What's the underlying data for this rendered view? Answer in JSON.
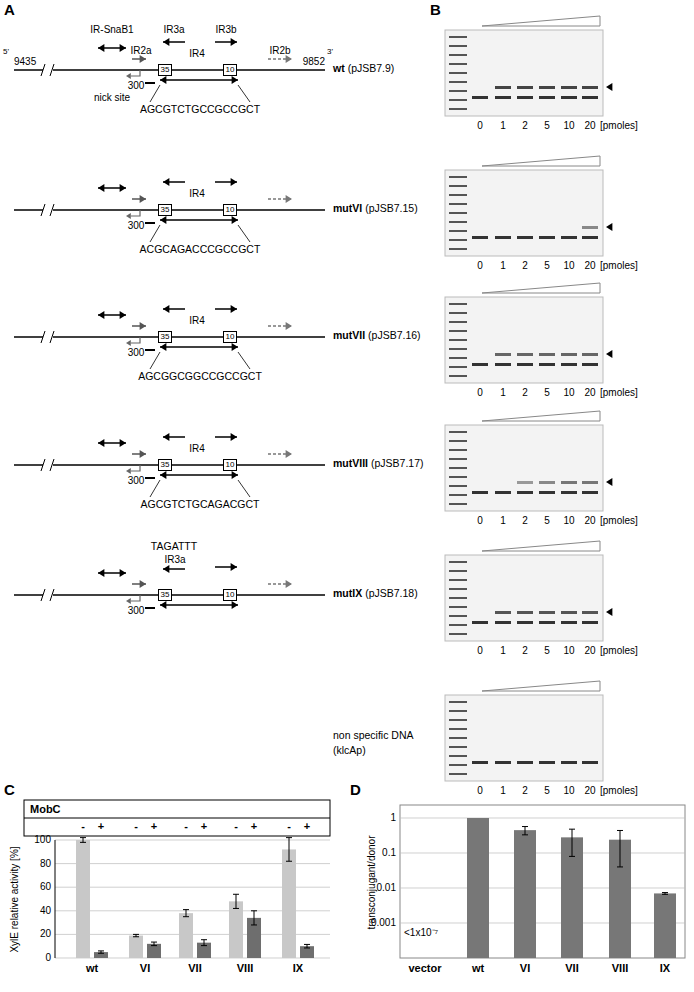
{
  "diagram": {
    "nodes": [
      {
        "text": [
          "35"
        ]
      },
      {
        "text": [
          "10"
        ]
      },
      {
        "text": [
          "35"
        ]
      },
      {
        "text": [
          "10"
        ]
      },
      {
        "text": [
          "35"
        ]
      },
      {
        "text": [
          "10"
        ]
      },
      {
        "text": [
          "35"
        ]
      },
      {
        "text": [
          "10"
        ]
      },
      {
        "text": [
          "35"
        ]
      },
      {
        "text": [
          "10"
        ]
      }
    ],
    "labels": [
      "A",
      "5'",
      "9435",
      "IR-SnaB1",
      "IR2a",
      "IR3a",
      "IR3b",
      "IR4",
      "IR2b",
      "9852",
      "3'",
      "300",
      "nick site",
      "AGCGTCTGCCGCCGCT",
      "wt",
      "(pJSB7.9)",
      "B",
      "0",
      "1",
      "2",
      "5",
      "10",
      "20",
      "[pmoles]",
      "IR4",
      "300",
      "ACGCAGACCCGCCGCT",
      "mutVI",
      "(pJSB7.15)",
      "0",
      "1",
      "2",
      "5",
      "10",
      "20",
      "[pmoles]",
      "IR4",
      "300",
      "AGCGGCGGCCGCCGCT",
      "mutVII",
      "(pJSB7.16)",
      "0",
      "1",
      "2",
      "5",
      "10",
      "20",
      "[pmoles]",
      "IR4",
      "300",
      "AGCGTCTGCAGACGCT",
      "mutVIII",
      "(pJSB7.17)",
      "0",
      "1",
      "2",
      "5",
      "10",
      "20",
      "[pmoles]",
      "TAGATTT",
      "IR3a",
      "300",
      "mutIX",
      "(pJSB7.18)",
      "0",
      "1",
      "2",
      "5",
      "10",
      "20",
      "[pmoles]",
      "non specific DNA",
      "(klcAp)",
      "0",
      "1",
      "2",
      "5",
      "10",
      "20",
      "[pmoles]",
      "C",
      "MobC",
      "-",
      "+",
      "-",
      "+",
      "-",
      "+",
      "-",
      "+",
      "-",
      "+",
      "100",
      "80",
      "60",
      "40",
      "20",
      "0",
      "XylE relative activity [%]",
      "wt",
      "VI",
      "VII",
      "VIII",
      "IX",
      "D",
      "1",
      "0.1",
      "0.01",
      "0.001",
      "transconjugant/donor",
      "<1x10⁻⁷",
      "vector",
      "wt",
      "VI",
      "VII",
      "VIII",
      "IX"
    ]
  }
}
